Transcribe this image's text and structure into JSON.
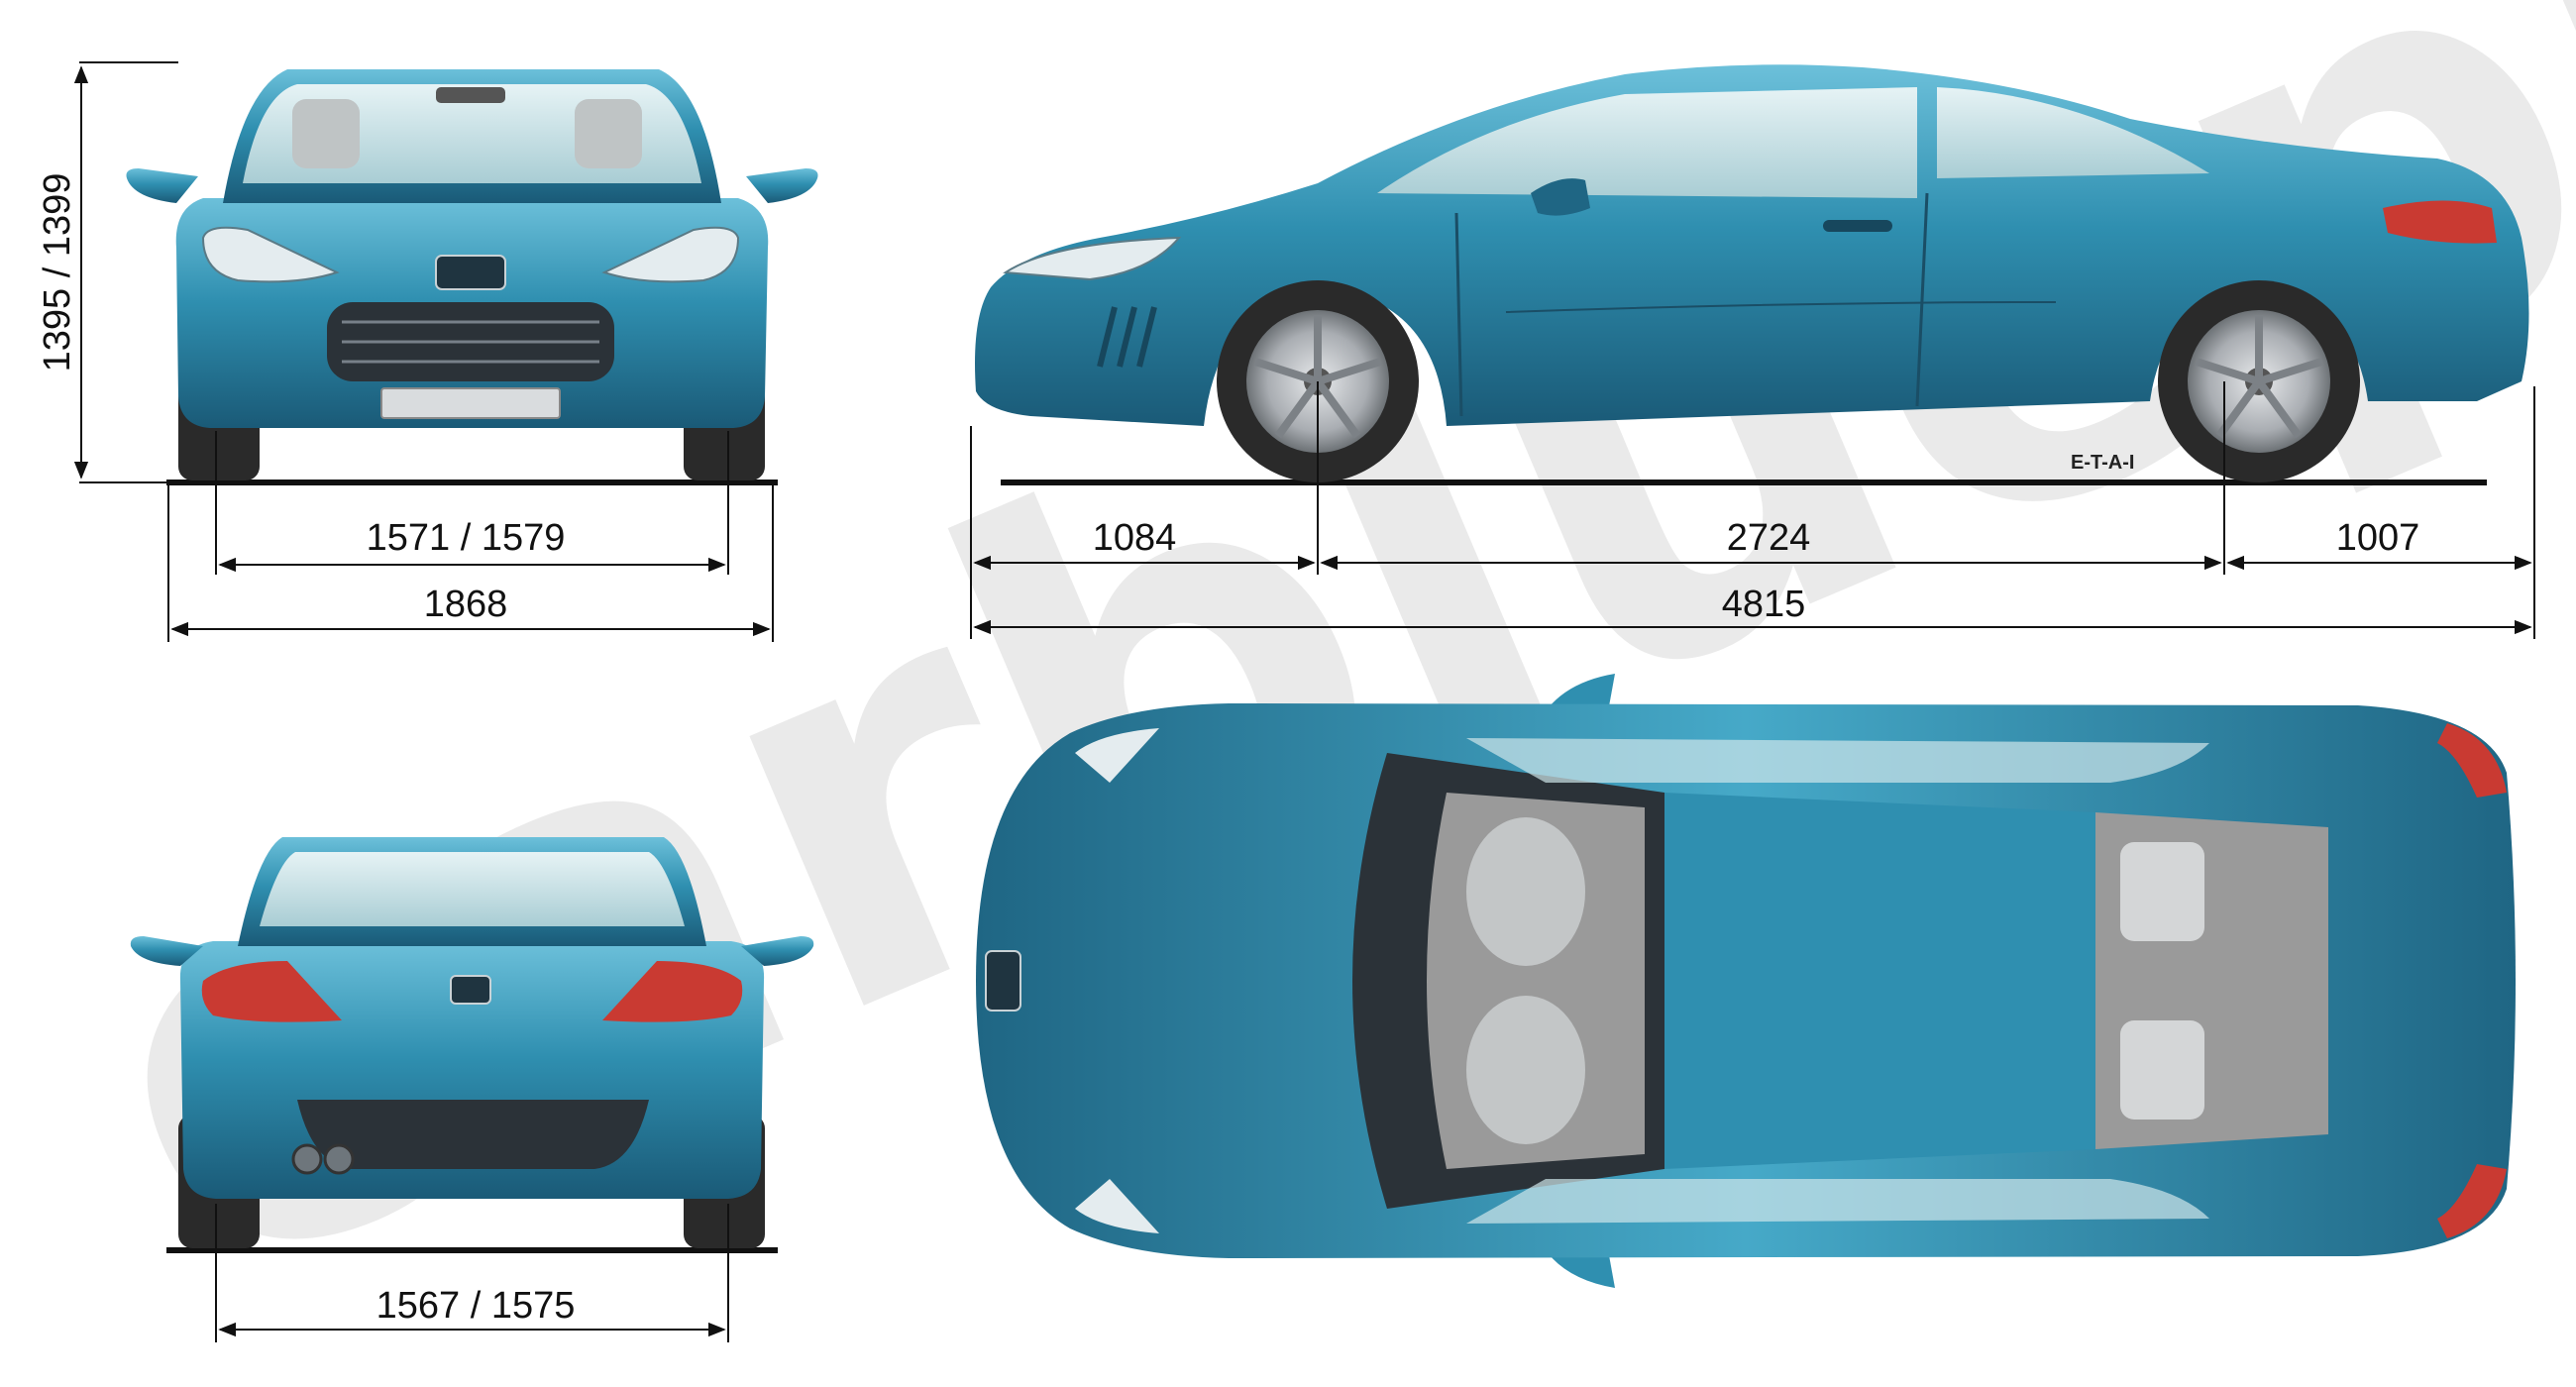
{
  "watermark": {
    "text": "carblueprints"
  },
  "credit": {
    "text": "E-T-A-I"
  },
  "colors": {
    "body": "#2f8fb0",
    "body_dark": "#1d5f7c",
    "body_light": "#62b6d2",
    "glass": "#cfe6ea",
    "interior": "#9a9a9a",
    "tyre": "#2a2a2a",
    "rim": "#b5b9bd",
    "light_red": "#c93a32",
    "line": "#111111"
  },
  "dimensions": {
    "height": "1395 / 1399",
    "front_track": "1571 / 1579",
    "width": "1868",
    "front_overhang": "1084",
    "wheelbase": "2724",
    "rear_overhang": "1007",
    "length": "4815",
    "rear_track": "1567 / 1575"
  }
}
